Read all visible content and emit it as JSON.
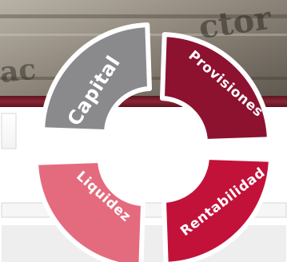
{
  "background": {
    "photo_text": "ctor",
    "photo_text_left": "ac"
  },
  "segments": [
    {
      "id": "capital",
      "label": "Capital",
      "color": "#8a8a8d"
    },
    {
      "id": "provisiones",
      "label": "Provisiones",
      "color": "#8c1230"
    },
    {
      "id": "liquidez",
      "label": "Liquidez",
      "color": "#e46b7e"
    },
    {
      "id": "rentabilidad",
      "label": "Rentabilidad",
      "color": "#c2123a"
    }
  ],
  "colors": {
    "header_band": "#7d1d2b",
    "panel_border": "#d7d7da",
    "panel_fill": "#eeeeef",
    "ring_border": "#ffffff",
    "hub": "#ffffff"
  }
}
